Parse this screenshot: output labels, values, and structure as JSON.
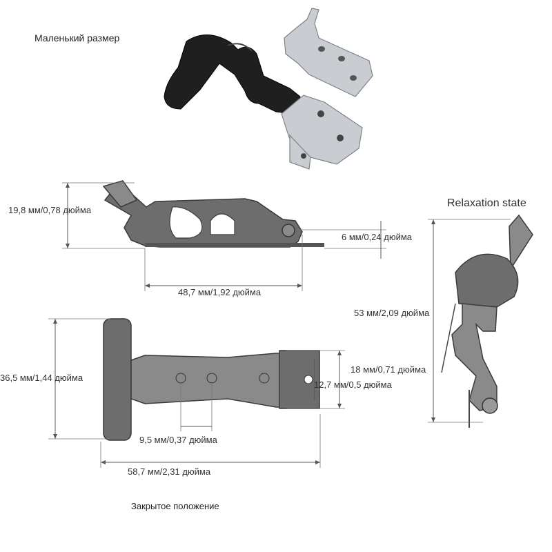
{
  "labels": {
    "size_title": "Маленький размер",
    "relaxation": "Relaxation state",
    "closed": "Закрытое положение"
  },
  "dimensions": {
    "height_side": "19,8 мм/0,78 дюйма",
    "thickness_side": "6 мм/0,24 дюйма",
    "length_side": "48,7 мм/1,92 дюйма",
    "height_relax": "53 мм/2,09 дюйма",
    "handle_width": "36,5 мм/1,44 дюйма",
    "bracket_height": "18 мм/0,71 дюйма",
    "hole_spacing_v": "12,7 мм/0,5 дюйма",
    "hole_spacing_h": "9,5 мм/0,37 дюйма",
    "total_length": "58,7 мм/2,31 дюйма"
  },
  "colors": {
    "rubber": "#1f1f1f",
    "metal": "#c9cdd2",
    "drawing": "#6d6d6d"
  }
}
